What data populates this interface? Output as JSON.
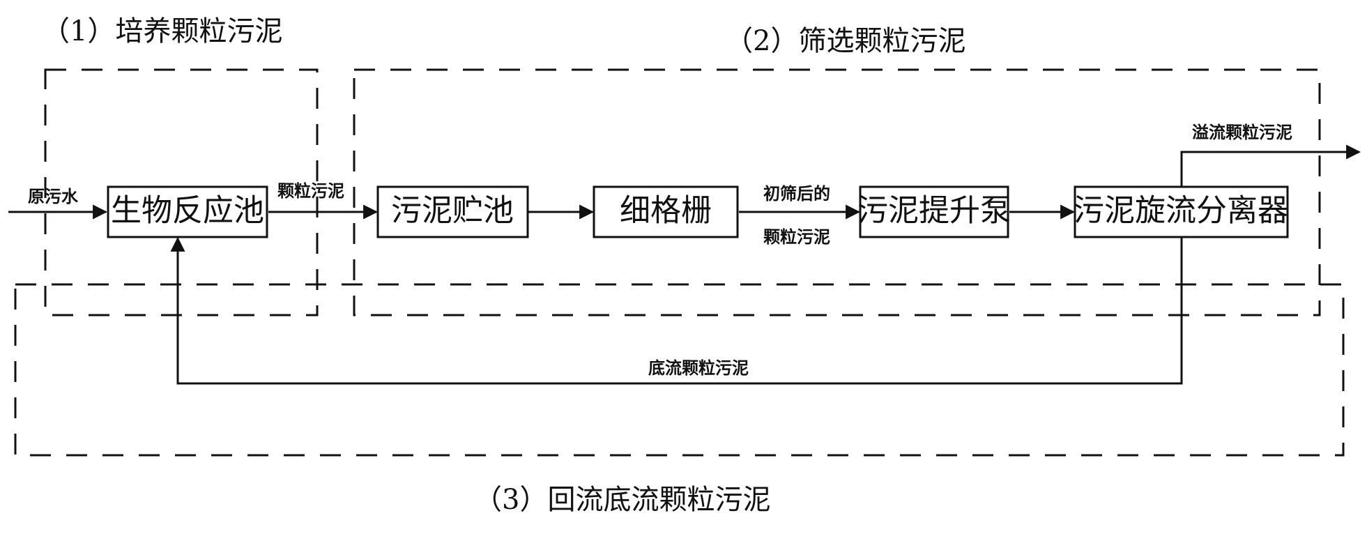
{
  "stages": {
    "stage1": "（1）培养颗粒污泥",
    "stage2": "（2）筛选颗粒污泥",
    "stage3": "（3）回流底流颗粒污泥"
  },
  "nodes": {
    "bioreactor": "生物反应池",
    "storage_tank": "污泥贮池",
    "fine_screen": "细格栅",
    "lift_pump": "污泥提升泵",
    "hydrocyclone": "污泥旋流分离器"
  },
  "edges": {
    "raw_water": "原污水",
    "granular_sludge": "颗粒污泥",
    "screened_line1": "初筛后的",
    "screened_line2": "颗粒污泥",
    "overflow": "溢流颗粒污泥",
    "underflow": "底流颗粒污泥"
  }
}
